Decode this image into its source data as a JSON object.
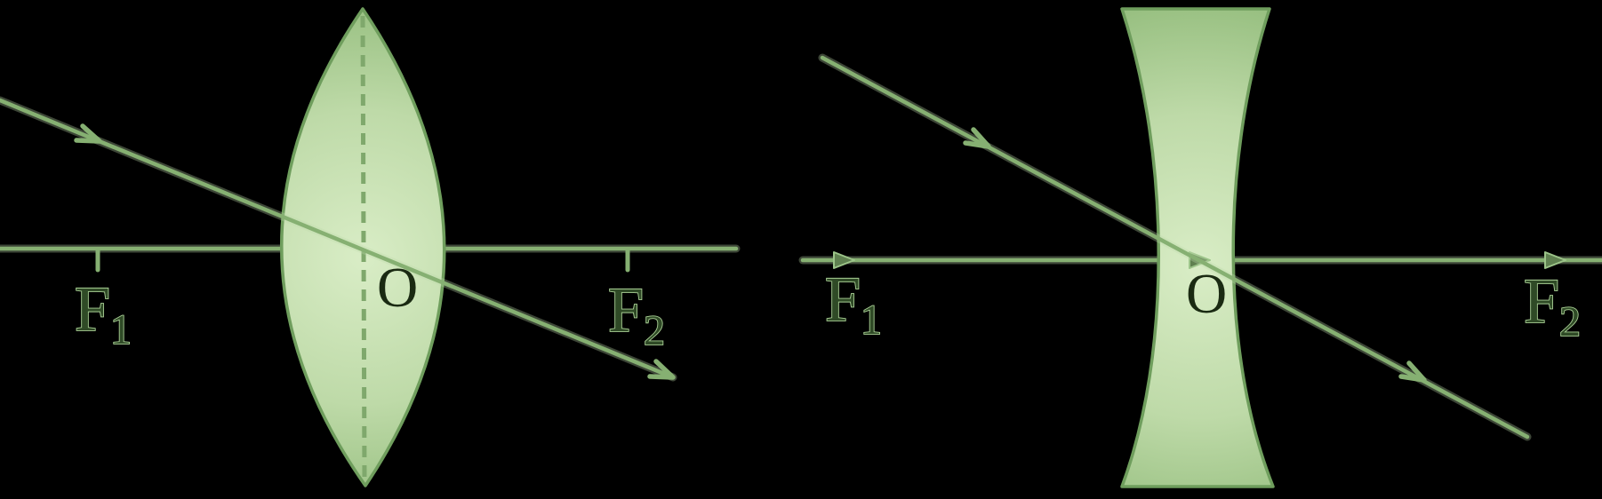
{
  "colors": {
    "background": "#000000",
    "line_core": "#86b072",
    "line_fringe": "#bdd9aa",
    "lens_fill_center": "#d9edc6",
    "lens_fill_mid": "#bedaa8",
    "lens_fill_edge": "#94bd7d",
    "lens_outline": "#6f9e5d",
    "dash_line": "#7fa86c",
    "o_label_fill": "#1a2a12",
    "f_label_fill": "#2f4a26",
    "f_label_edge": "#a9cf95",
    "marker_fill": "#5f8050",
    "marker_edge": "#9cc489"
  },
  "left_diagram": {
    "lens_type": "biconvex-converging-lens",
    "labels": {
      "f1": {
        "letter": "F",
        "sub": "1"
      },
      "optical_center": "O",
      "f2": {
        "letter": "F",
        "sub": "2"
      }
    }
  },
  "right_diagram": {
    "lens_type": "biconcave-diverging-lens",
    "labels": {
      "f1": {
        "letter": "F",
        "sub": "1"
      },
      "optical_center": "O",
      "f2": {
        "letter": "F",
        "sub": "2"
      }
    }
  }
}
